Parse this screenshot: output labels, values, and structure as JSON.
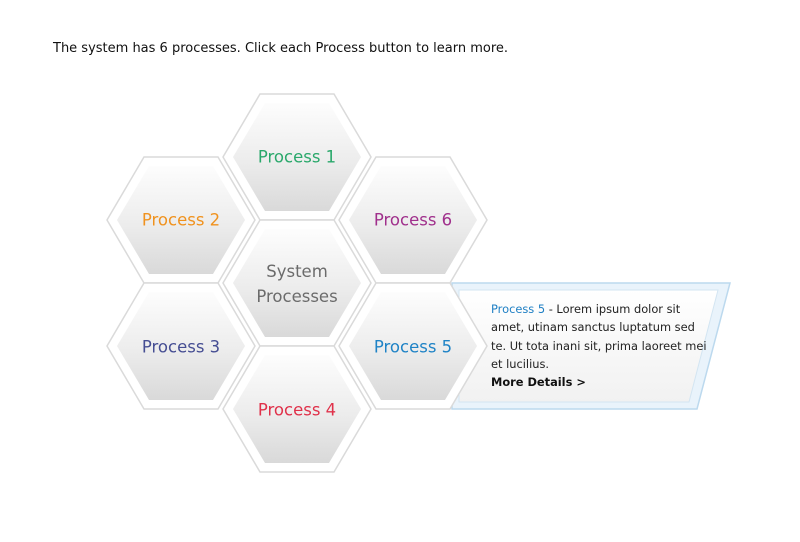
{
  "intro_text": "The system has 6 processes. Click each Process button to learn more.",
  "center": {
    "line1": "System",
    "line2": "Processes"
  },
  "processes": [
    {
      "label": "Process 1",
      "color": "#2aa86b"
    },
    {
      "label": "Process 2",
      "color": "#f0921e"
    },
    {
      "label": "Process 3",
      "color": "#464e93"
    },
    {
      "label": "Process 4",
      "color": "#e0314a"
    },
    {
      "label": "Process 5",
      "color": "#1f83c6"
    },
    {
      "label": "Process 6",
      "color": "#a0308c"
    }
  ],
  "selected_process": "Process 5",
  "callout": {
    "process_name": "Process 5",
    "description": " - Lorem ipsum dolor sit amet, utinam sanctus luptatum sed te. Ut tota inani sit, prima laoreet mei et lucilius.",
    "link_label": "More Details >"
  }
}
